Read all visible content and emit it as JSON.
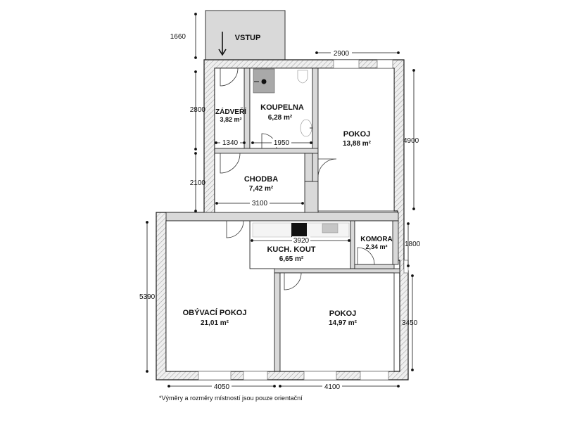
{
  "rooms": {
    "vstup": {
      "name": "VSTUP"
    },
    "zadveri": {
      "name": "ZÁDVEŘÍ",
      "area": "3,82 m²"
    },
    "koupelna": {
      "name": "KOUPELNA",
      "area": "6,28 m²"
    },
    "pokoj_top": {
      "name": "POKOJ",
      "area": "13,88 m²"
    },
    "chodba": {
      "name": "CHODBA",
      "area": "7,42 m²"
    },
    "kuch_kout": {
      "name": "KUCH. KOUT",
      "area": "6,65 m²"
    },
    "komora": {
      "name": "KOMORA",
      "area": "2,34 m²"
    },
    "obyvaci": {
      "name": "OBÝVACÍ POKOJ",
      "area": "21,01 m²"
    },
    "pokoj_bottom": {
      "name": "POKOJ",
      "area": "14,97 m²"
    }
  },
  "dimensions": {
    "vstup_height": "1660",
    "top_width": "2900",
    "left_upper": "2800",
    "left_middle": "2100",
    "right_upper": "4900",
    "right_middle": "1800",
    "left_lower": "5390",
    "right_lower": "3450",
    "zadveri_width": "1340",
    "koupelna_width": "1950",
    "chodba_width": "3100",
    "kuch_width": "3920",
    "bottom_left": "4050",
    "bottom_right": "4100"
  },
  "footnote": "*Výměry a rozměry místností jsou pouze orientační",
  "colors": {
    "wall_fill": "#e6e6e6",
    "wall_stroke": "#1a1a1a",
    "vstup_fill": "#d9d9d9"
  }
}
